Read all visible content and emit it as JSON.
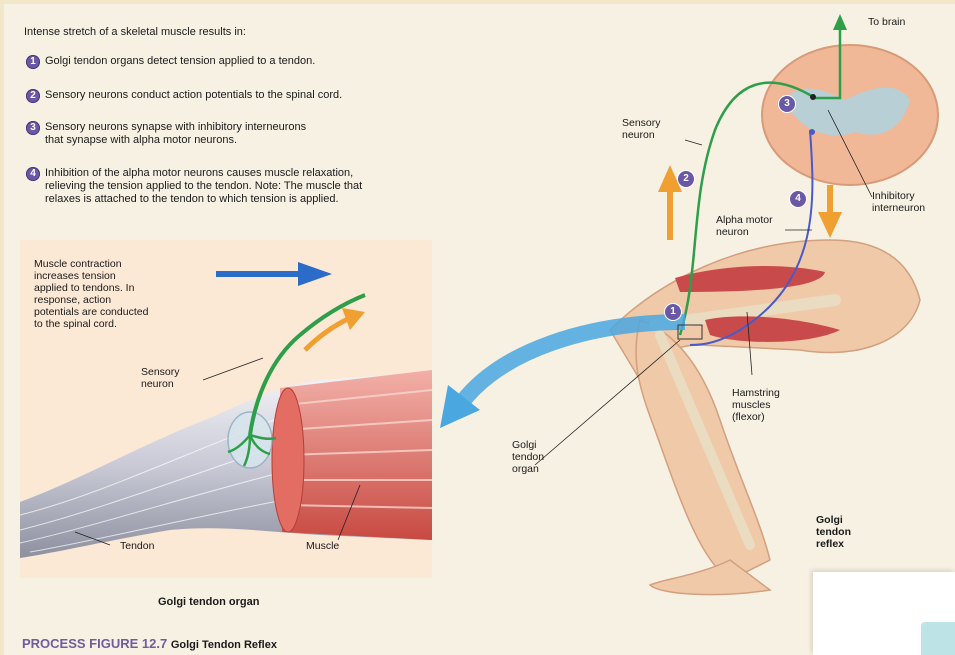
{
  "intro": "Intense stretch of a skeletal muscle results in:",
  "steps": [
    {
      "num": "1",
      "text": "Golgi tendon organs detect tension applied to a tendon."
    },
    {
      "num": "2",
      "text": "Sensory neurons conduct action potentials to the spinal cord."
    },
    {
      "num": "3",
      "text": "Sensory neurons synapse with inhibitory interneurons\nthat synapse with alpha motor neurons."
    },
    {
      "num": "4",
      "text": "Inhibition of the alpha motor neurons causes muscle relaxation,\nrelieving the tension applied to the tendon. Note: The muscle that\nrelaxes is attached to the tendon to which tension is applied."
    }
  ],
  "inset": {
    "contraction_note": "Muscle contraction\nincreases tension\napplied to tendons. In\nresponse, action\npotentials are conducted\nto the spinal cord.",
    "sensory_neuron": "Sensory\nneuron",
    "tendon": "Tendon",
    "muscle": "Muscle",
    "caption": "Golgi tendon organ"
  },
  "right": {
    "to_brain": "To brain",
    "sensory_neuron": "Sensory\nneuron",
    "inhibitory_interneuron": "Inhibitory\ninterneuron",
    "alpha_motor_neuron": "Alpha motor\nneuron",
    "hamstring": "Hamstring\nmuscles\n(flexor)",
    "golgi_organ": "Golgi\ntendon\norgan",
    "reflex_title": "Golgi\ntendon\nreflex",
    "badges": [
      "1",
      "2",
      "3",
      "4"
    ]
  },
  "figure": {
    "label": "PROCESS FIGURE 12.7",
    "title": "Golgi Tendon Reflex"
  },
  "colors": {
    "accent_purple": "#6a58a6",
    "sensory_green": "#2e9e4a",
    "motor_blue": "#4a5ac8",
    "arrow_orange": "#f0a030",
    "arrow_blue": "#3c86d2",
    "muscle_red": "#c94a4a"
  }
}
